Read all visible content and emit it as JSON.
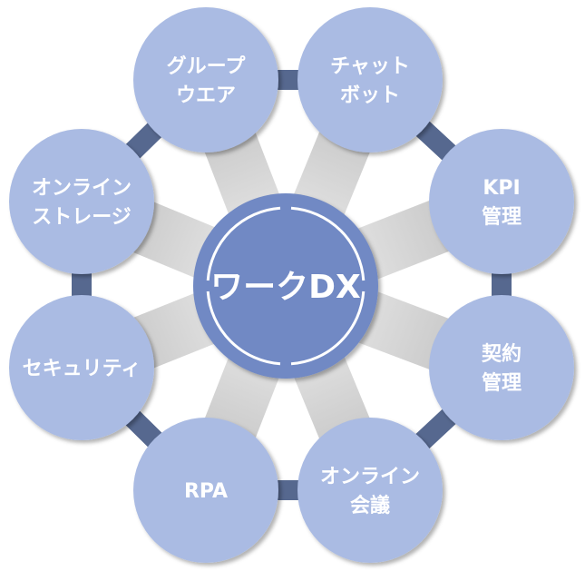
{
  "center": {
    "label": "ワークDX"
  },
  "nodes": [
    {
      "lines": [
        "グループ",
        "ウエア"
      ]
    },
    {
      "lines": [
        "チャット",
        "ボット"
      ]
    },
    {
      "lines": [
        "KPI",
        "管理"
      ]
    },
    {
      "lines": [
        "契約",
        "管理"
      ]
    },
    {
      "lines": [
        "オンライン",
        "会議"
      ]
    },
    {
      "lines": [
        "RPA"
      ]
    },
    {
      "lines": [
        "セキュリティ"
      ]
    },
    {
      "lines": [
        "オンライン",
        "ストレージ"
      ]
    }
  ],
  "colors": {
    "node": "#aabbe3",
    "center": "#7189c4",
    "ring": "#56688f",
    "spoke": "#d0d0d0"
  }
}
